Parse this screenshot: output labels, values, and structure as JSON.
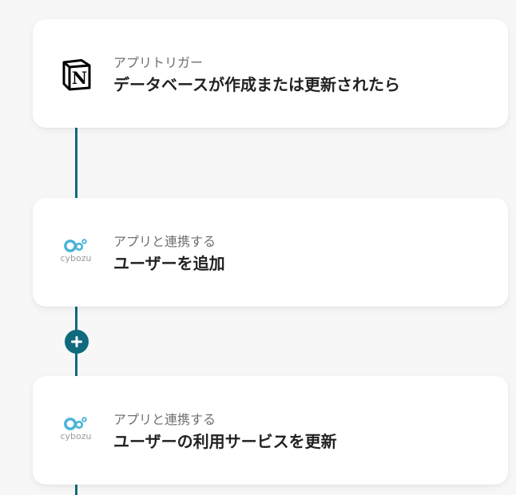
{
  "flow": {
    "colors": {
      "connector": "#0f6a7e",
      "card_background": "#ffffff",
      "page_background": "#f7f7f7",
      "label_text": "#6f6f6f",
      "title_text": "#222222",
      "cybozu_brand": "#4ab3d9"
    },
    "steps": [
      {
        "app_icon": "notion-logo-icon",
        "label": "アプリトリガー",
        "title": "データベースが作成または更新されたら"
      },
      {
        "app_icon": "cybozu-logo-icon",
        "app_icon_text": "cybozu",
        "label": "アプリと連携する",
        "title": "ユーザーを追加"
      },
      {
        "app_icon": "cybozu-logo-icon",
        "app_icon_text": "cybozu",
        "label": "アプリと連携する",
        "title": "ユーザーの利用サービスを更新"
      }
    ],
    "add_step_icon": "plus-icon"
  }
}
